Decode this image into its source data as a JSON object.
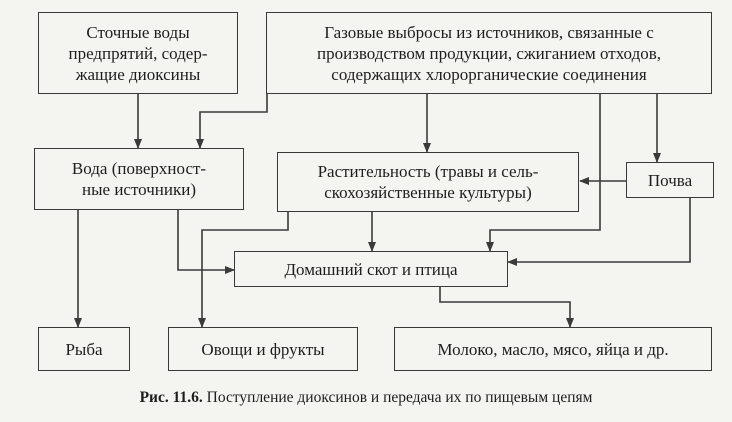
{
  "boxes": {
    "wastewater": "Сточные воды\nпредпрятий, содер-\nжащие диоксины",
    "gas_emissions": "Газовые выбросы из источников, связанные с\nпроизводством продукции, сжиганием отходов,\nсодержащих хлорорганические соединения",
    "water": "Вода (поверхност-\nные источники)",
    "vegetation": "Растительность (травы и сель-\nскохозяйственные культуры)",
    "soil": "Почва",
    "livestock": "Домашний скот и птица",
    "fish": "Рыба",
    "vegetables": "Овощи и фрукты",
    "dairy": "Молоко, масло, мясо, яйца и др."
  },
  "caption": {
    "label": "Рис. 11.6.",
    "text": " Поступление диоксинов и передача их по пищевым цепям"
  },
  "colors": {
    "line": "#3a3a3a",
    "text": "#1e1e1e",
    "background": "#f4f4f0"
  }
}
